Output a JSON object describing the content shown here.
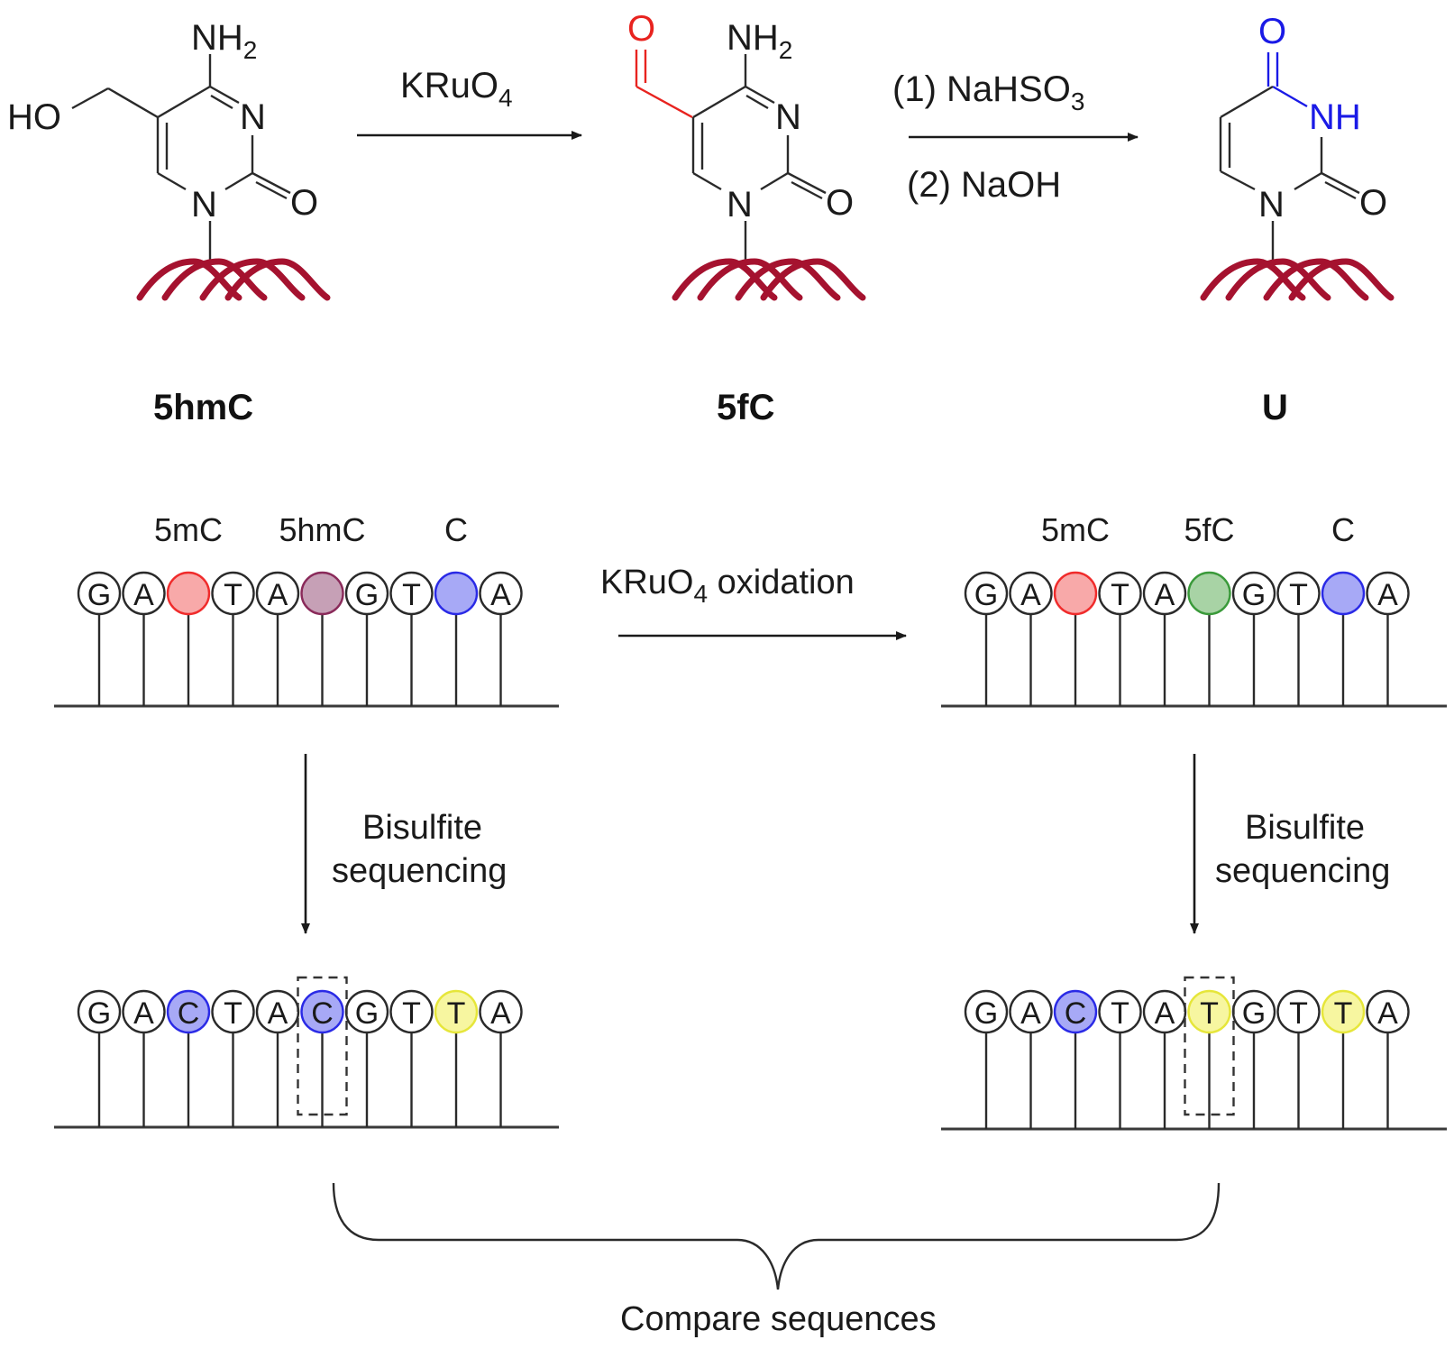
{
  "colors": {
    "aldehyde": "#e8231f",
    "uracil_highlight": "#1a1ae6",
    "dna_helix": "#a5122f",
    "mC_fill": "#f8a9a9",
    "mC_stroke": "#f02b2b",
    "hmC_fill": "#c6a0b6",
    "hmC_stroke": "#8a2a5a",
    "fC_fill": "#a8d3a5",
    "fC_stroke": "#3a9a3a",
    "C_fill": "#a7a9f6",
    "C_stroke": "#2a2ae6",
    "T_fill": "#f7f6a0",
    "T_stroke": "#e6e63a"
  },
  "reaction": {
    "compounds": [
      {
        "name": "5hmC",
        "substituent": "HO",
        "amine": "NH",
        "amine_sub": "2",
        "ring_n": "N",
        "ring_n1": "N",
        "carbonyl": "O"
      },
      {
        "name": "5fC",
        "aldehyde_o": "O",
        "amine": "NH",
        "amine_sub": "2",
        "ring_n": "N",
        "ring_n1": "N",
        "carbonyl": "O"
      },
      {
        "name": "U",
        "keto_o": "O",
        "imide": "NH",
        "ring_n1": "N",
        "carbonyl": "O"
      }
    ],
    "step1": {
      "reagent": "KRuO",
      "reagent_sub": "4"
    },
    "step2": {
      "line1": "(1) NaHSO",
      "line1_sub": "3",
      "line2": "(2) NaOH"
    }
  },
  "sequencing": {
    "oxidation_label": "KRuO",
    "oxidation_label_sub": "4",
    "oxidation_label_rest": " oxidation",
    "bisulfite_label_line1": "Bisulfite",
    "bisulfite_label_line2": "sequencing",
    "compare_label": "Compare sequences",
    "left_top": {
      "annotations": [
        {
          "index": 2,
          "text": "5mC"
        },
        {
          "index": 5,
          "text": "5hmC"
        },
        {
          "index": 8,
          "text": "C"
        }
      ],
      "bases": [
        {
          "letter": "G",
          "mark": "none"
        },
        {
          "letter": "A",
          "mark": "none"
        },
        {
          "letter": "",
          "mark": "mC"
        },
        {
          "letter": "T",
          "mark": "none"
        },
        {
          "letter": "A",
          "mark": "none"
        },
        {
          "letter": "",
          "mark": "hmC"
        },
        {
          "letter": "G",
          "mark": "none"
        },
        {
          "letter": "T",
          "mark": "none"
        },
        {
          "letter": "",
          "mark": "C"
        },
        {
          "letter": "A",
          "mark": "none"
        }
      ]
    },
    "right_top": {
      "annotations": [
        {
          "index": 2,
          "text": "5mC"
        },
        {
          "index": 5,
          "text": "5fC"
        },
        {
          "index": 8,
          "text": "C"
        }
      ],
      "bases": [
        {
          "letter": "G",
          "mark": "none"
        },
        {
          "letter": "A",
          "mark": "none"
        },
        {
          "letter": "",
          "mark": "mC"
        },
        {
          "letter": "T",
          "mark": "none"
        },
        {
          "letter": "A",
          "mark": "none"
        },
        {
          "letter": "",
          "mark": "fC"
        },
        {
          "letter": "G",
          "mark": "none"
        },
        {
          "letter": "T",
          "mark": "none"
        },
        {
          "letter": "",
          "mark": "C"
        },
        {
          "letter": "A",
          "mark": "none"
        }
      ]
    },
    "left_bottom": {
      "boxed_index": 5,
      "bases": [
        {
          "letter": "G",
          "mark": "none"
        },
        {
          "letter": "A",
          "mark": "none"
        },
        {
          "letter": "C",
          "mark": "C"
        },
        {
          "letter": "T",
          "mark": "none"
        },
        {
          "letter": "A",
          "mark": "none"
        },
        {
          "letter": "C",
          "mark": "C"
        },
        {
          "letter": "G",
          "mark": "none"
        },
        {
          "letter": "T",
          "mark": "none"
        },
        {
          "letter": "T",
          "mark": "T"
        },
        {
          "letter": "A",
          "mark": "none"
        }
      ]
    },
    "right_bottom": {
      "boxed_index": 5,
      "bases": [
        {
          "letter": "G",
          "mark": "none"
        },
        {
          "letter": "A",
          "mark": "none"
        },
        {
          "letter": "C",
          "mark": "C"
        },
        {
          "letter": "T",
          "mark": "none"
        },
        {
          "letter": "A",
          "mark": "none"
        },
        {
          "letter": "T",
          "mark": "T"
        },
        {
          "letter": "G",
          "mark": "none"
        },
        {
          "letter": "T",
          "mark": "none"
        },
        {
          "letter": "T",
          "mark": "T"
        },
        {
          "letter": "A",
          "mark": "none"
        }
      ]
    }
  }
}
